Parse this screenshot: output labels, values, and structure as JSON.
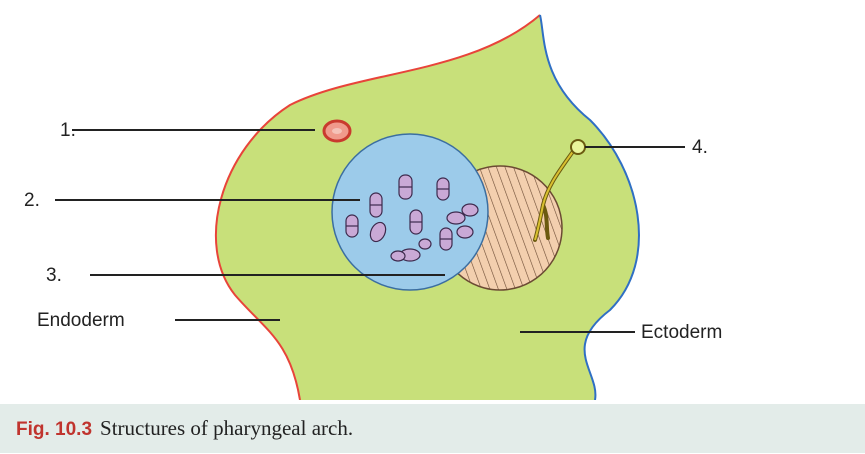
{
  "diagram": {
    "labels": {
      "l1": "1.",
      "l2": "2.",
      "l3": "3.",
      "l4": "4.",
      "endoderm": "Endoderm",
      "ectoderm": "Ectoderm"
    }
  },
  "caption": {
    "number": "Fig. 10.3",
    "text": "Structures of pharyngeal arch."
  },
  "colors": {
    "arch_fill": "#c8e07a",
    "endoderm": "#e8443a",
    "ectoderm": "#2f6fc4",
    "nerve_fill": "#f09a8c",
    "cartilage_fill": "#9ccbea",
    "cell_fill": "#c9a9d6",
    "muscle_fill": "#f3cfae",
    "caption_accent": "#c0342e"
  }
}
